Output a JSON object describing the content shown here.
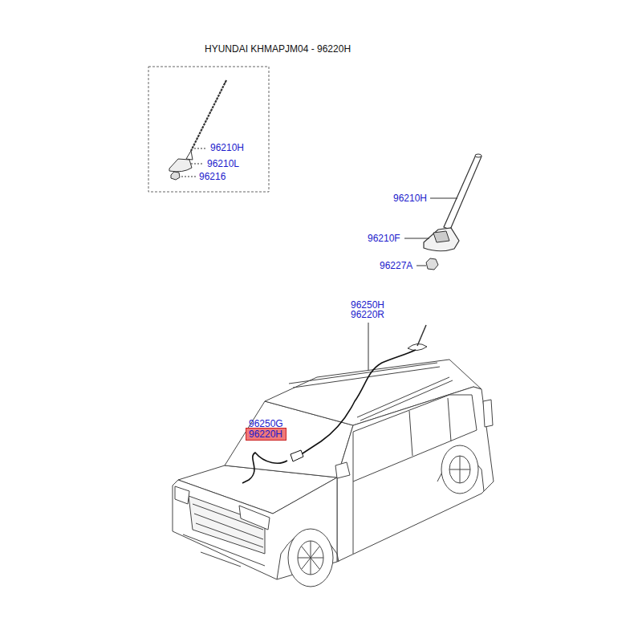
{
  "diagram": {
    "title": "HYUNDAI KHMAPJM04 - 96220H",
    "nodes": [
      {
        "text": [
          "96220H"
        ]
      }
    ],
    "labels": [
      "96210H",
      "96210L",
      "96216",
      "96210H",
      "96210F",
      "96227A",
      "96250H",
      "96220R",
      "96250G"
    ]
  }
}
